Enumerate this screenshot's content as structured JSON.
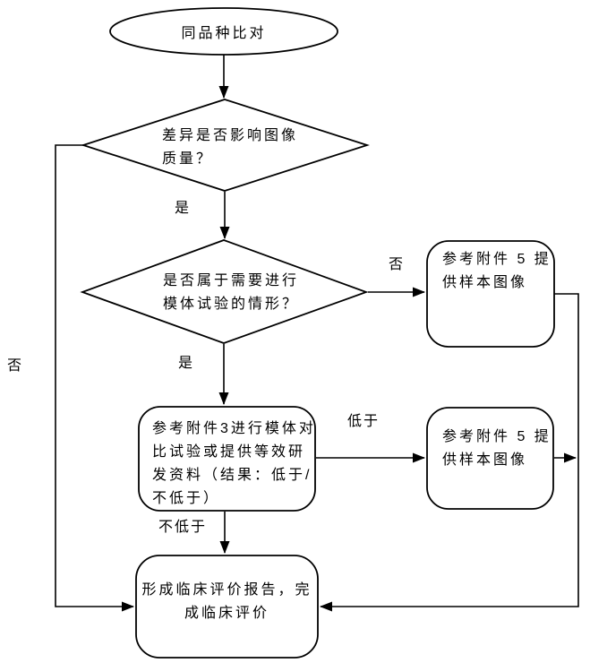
{
  "flowchart": {
    "nodes": {
      "start": {
        "label": "同品种比对",
        "type": "ellipse"
      },
      "decision_image_quality": {
        "label": "差异是否影响图像\n质量？",
        "type": "diamond"
      },
      "decision_phantom_needed": {
        "label": "是否属于需要进行\n模体试验的情形？",
        "type": "diamond"
      },
      "sample_image_top": {
        "label": "参考附件 5 提\n供样本图像",
        "type": "rounded-rect"
      },
      "phantom_test": {
        "label": "参考附件3进行模体对\n比试验或提供等效研\n发资料（结果：低于/\n不低于）",
        "type": "rounded-rect"
      },
      "sample_image_mid": {
        "label": "参考附件 5 提\n供样本图像",
        "type": "rounded-rect"
      },
      "final_report": {
        "label": "形成临床评价报告，完\n成临床评价",
        "type": "rounded-rect"
      }
    },
    "edge_labels": {
      "yes_1": "是",
      "yes_2": "是",
      "no_right": "否",
      "no_left": "否",
      "lower": "低于",
      "not_lower": "不低于"
    },
    "colors": {
      "line": "#000000",
      "shape_fill": "#ffffff",
      "text": "#000000",
      "background": "#ffffff"
    }
  }
}
